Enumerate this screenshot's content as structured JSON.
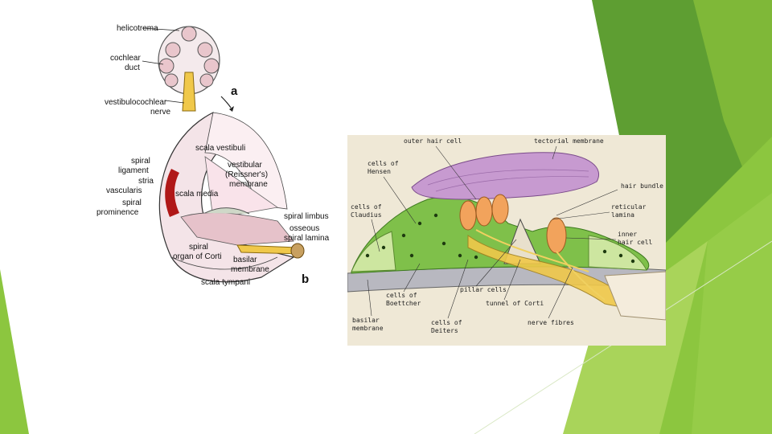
{
  "colors": {
    "green_dark": "#5e9e32",
    "green_mid": "#7fb838",
    "green_light": "#a9d45a",
    "green_pale": "#cde6a0",
    "panel_b_bg": "#efe8d6",
    "tectorial": "#c79ad0",
    "hair_cell": "#f2a35c",
    "nerve": "#f0c84a",
    "stria": "#b01818",
    "cochlea_pink": "#e9c6cc"
  },
  "panel_a": {
    "part_a_letter": "a",
    "part_b_letter": "b",
    "labels": {
      "helicotrema": "helicotrema",
      "cochlear_duct_1": "cochlear",
      "cochlear_duct_2": "duct",
      "vestibulocochlear": "vestibulocochlear",
      "nerve": "nerve",
      "scala_vestibuli": "scala vestibuli",
      "spiral_ligament_1": "spiral",
      "spiral_ligament_2": "ligament",
      "stria_vascularis_1": "stria",
      "stria_vascularis_2": "vascularis",
      "spiral_prominence_1": "spiral",
      "spiral_prominence_2": "prominence",
      "vestibular_1": "vestibular",
      "vestibular_2": "(Reissner's)",
      "vestibular_3": "membrane",
      "scala_media": "scala media",
      "spiral_limbus": "spiral limbus",
      "osseous_1": "osseous",
      "osseous_2": "spiral lamina",
      "spiral_organ_1": "spiral",
      "spiral_organ_2": "organ of Corti",
      "basilar_1": "basilar",
      "basilar_2": "membrane",
      "scala_tympani": "scala tympani"
    }
  },
  "panel_b": {
    "labels": {
      "outer_hair_cell": "outer hair cell",
      "tectorial_membrane": "tectorial membrane",
      "cells_of_hensen_1": "cells of",
      "cells_of_hensen_2": "Hensen",
      "hair_bundle": "hair bundle",
      "reticular_lamina_1": "reticular",
      "reticular_lamina_2": "lamina",
      "cells_of_claudius_1": "cells of",
      "cells_of_claudius_2": "Claudius",
      "inner_hair_cell_1": "inner",
      "inner_hair_cell_2": "hair cell",
      "cells_of_boettcher_1": "cells of",
      "cells_of_boettcher_2": "Boettcher",
      "pillar_cells": "pillar cells",
      "tunnel_of_corti": "tunnel of Corti",
      "basilar_membrane_1": "basilar",
      "basilar_membrane_2": "membrane",
      "cells_of_deiters_1": "cells of",
      "cells_of_deiters_2": "Deiters",
      "nerve_fibres": "nerve fibres"
    }
  }
}
